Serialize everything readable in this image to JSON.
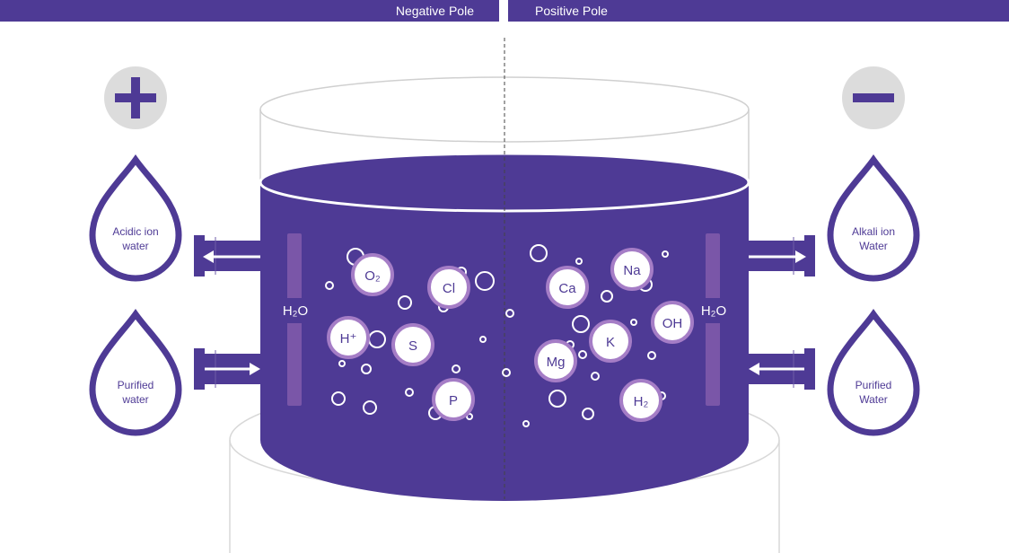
{
  "header": {
    "negative_label": "Negative Pole",
    "positive_label": "Positive Pole"
  },
  "left": {
    "sign": "+",
    "top_drop": {
      "line1": "Acidic ion",
      "line2": "water"
    },
    "bottom_drop": {
      "line1": "Purified",
      "line2": "water"
    },
    "rod_label": "H₂O"
  },
  "right": {
    "sign": "−",
    "top_drop": {
      "line1": "Alkali ion",
      "line2": "Water"
    },
    "bottom_drop": {
      "line1": "Purified",
      "line2": "Water"
    },
    "rod_label": "H₂O"
  },
  "ions": {
    "o2": "O₂",
    "cl": "Cl",
    "h_plus": "H⁺",
    "s": "S",
    "p": "P",
    "ca": "Ca",
    "na": "Na",
    "oh": "OH",
    "k": "K",
    "mg": "Mg",
    "h2": "H₂"
  },
  "colors": {
    "purple": "#4e3a95",
    "light_purple": "#a57dc6",
    "gray": "#dcdcdc"
  },
  "icons": {
    "plus": "plus-icon",
    "minus": "minus-icon",
    "arrow": "arrow-icon",
    "drop": "water-drop-icon"
  }
}
